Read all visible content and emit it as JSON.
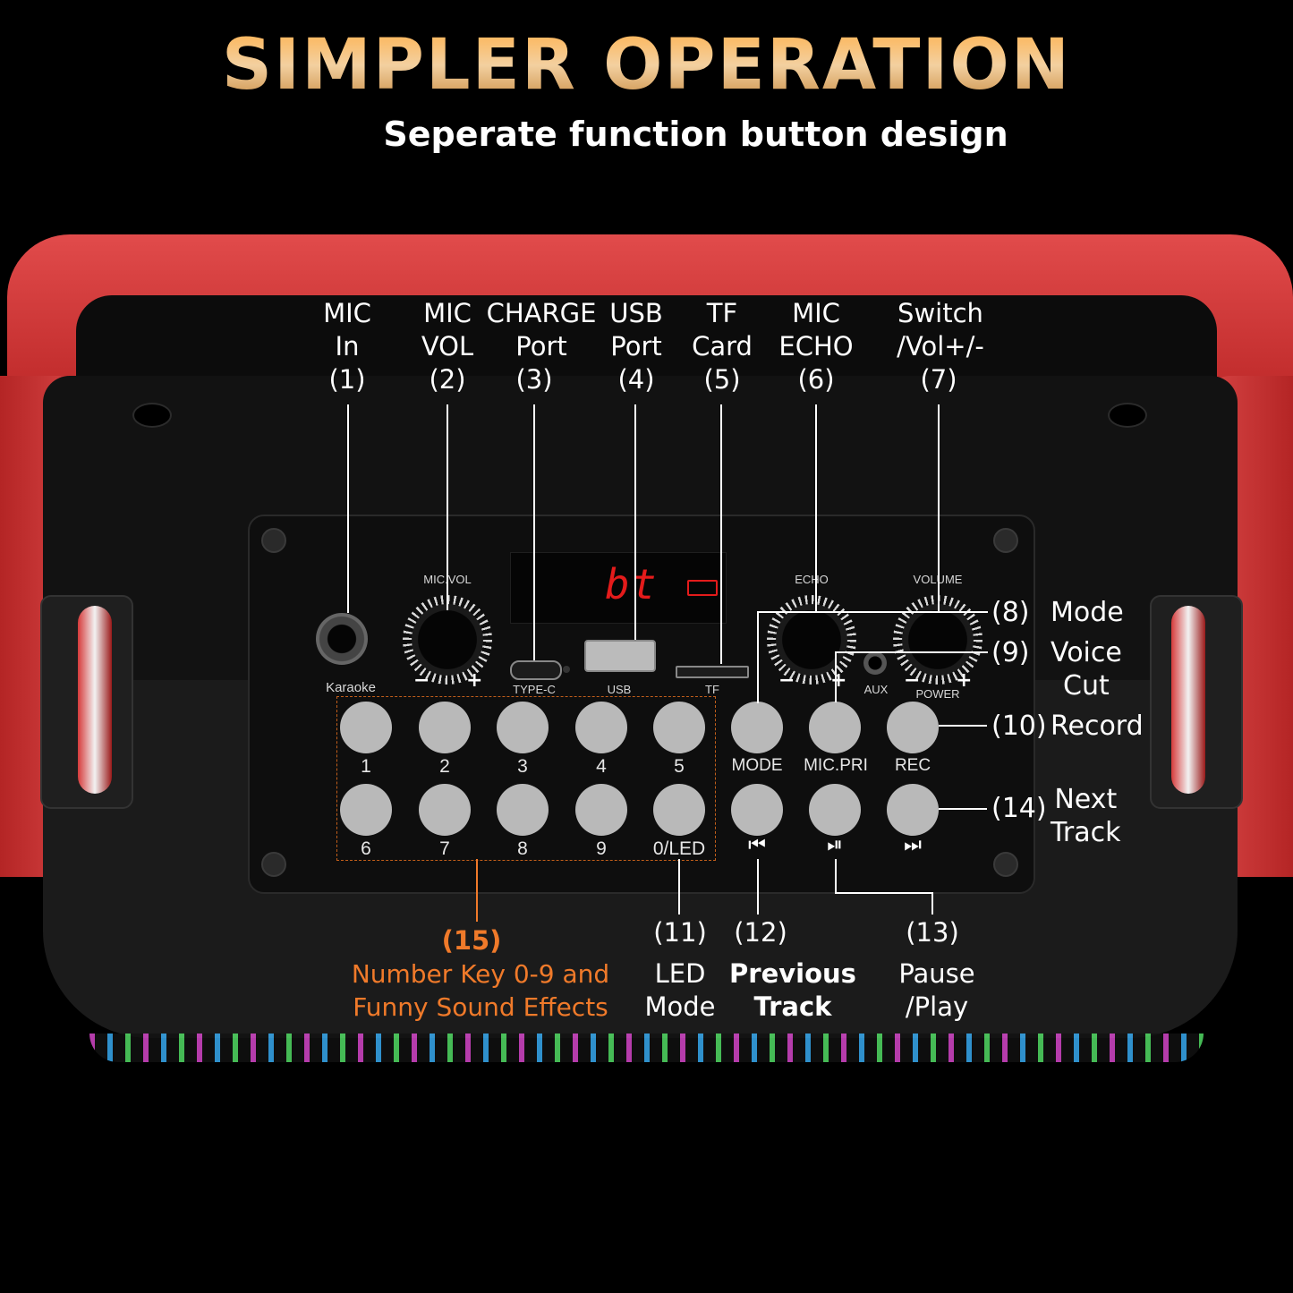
{
  "header": {
    "title": "SIMPLER OPERATION",
    "subtitle": "Seperate function button design"
  },
  "display": {
    "text": "bt"
  },
  "panel_labels": {
    "karaoke": "Karaoke",
    "mic_vol": "MIC.VOL",
    "echo": "ECHO",
    "volume": "VOLUME",
    "type_c": "TYPE-C",
    "usb": "USB",
    "tf": "TF",
    "aux": "AUX",
    "power": "POWER",
    "minus": "−",
    "plus": "+"
  },
  "number_keys": [
    "1",
    "2",
    "3",
    "4",
    "5",
    "6",
    "7",
    "8",
    "9",
    "0/LED"
  ],
  "function_keys": {
    "mode": "MODE",
    "mic_pri": "MIC.PRI",
    "rec": "REC",
    "prev_icon": "⏮",
    "play_pause_icon": "⏯",
    "next_icon": "⏭"
  },
  "callouts_top": [
    {
      "name": "MIC\nIn",
      "num": "(1)"
    },
    {
      "name": "MIC\nVOL",
      "num": "(2)"
    },
    {
      "name": "CHARGE\nPort",
      "num": "(3)"
    },
    {
      "name": "USB\nPort",
      "num": "(4)"
    },
    {
      "name": "TF\nCard",
      "num": "(5)"
    },
    {
      "name": "MIC\nECHO",
      "num": "(6)"
    },
    {
      "name": "Switch\n/Vol+/-",
      "num": "(7)"
    }
  ],
  "callouts_right": [
    {
      "num": "(8)",
      "name": "Mode"
    },
    {
      "num": "(9)",
      "name": "Voice\nCut"
    },
    {
      "num": "(10)",
      "name": "Record"
    },
    {
      "num": "(14)",
      "name": "Next\nTrack"
    }
  ],
  "callouts_bottom": {
    "number_keys": {
      "num": "(15)",
      "name": "Number Key 0-9 and\nFunny Sound Effects"
    },
    "led_mode": {
      "num": "(11)",
      "name": "LED\nMode"
    },
    "previous": {
      "num": "(12)",
      "name": "Previous\nTrack"
    },
    "pause_play": {
      "num": "(13)",
      "name": "Pause\n/Play"
    }
  },
  "colors": {
    "accent_orange": "#f07a2a",
    "speaker_red": "#d13a3a",
    "led_red": "#e41b1b"
  }
}
